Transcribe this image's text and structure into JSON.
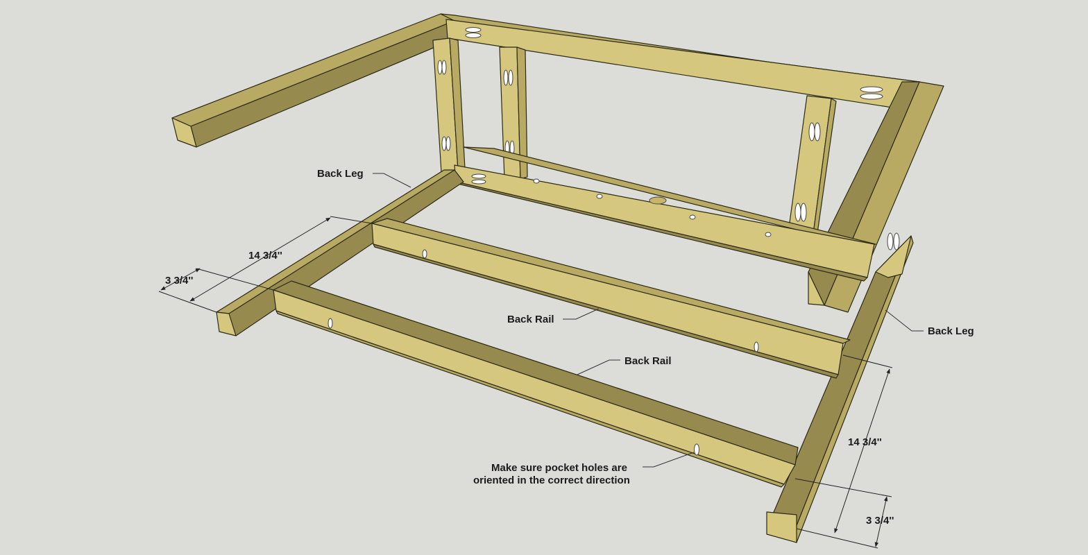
{
  "colors": {
    "background": "#dcdcd8",
    "wood_light": "#d6c77f",
    "wood_mid": "#b8a963",
    "wood_dark": "#968a4f",
    "edge": "#2b2a14",
    "pocket_hole": "#ffffff"
  },
  "labels": {
    "back_leg_left": "Back Leg",
    "back_leg_right": "Back Leg",
    "back_rail_upper": "Back Rail",
    "back_rail_lower": "Back Rail",
    "note_line1": "Make sure pocket holes are",
    "note_line2": "oriented in the correct direction"
  },
  "dimensions": {
    "left_long": "14 3/4''",
    "left_short": "3 3/4''",
    "right_long": "14 3/4''",
    "right_short": "3 3/4''"
  }
}
